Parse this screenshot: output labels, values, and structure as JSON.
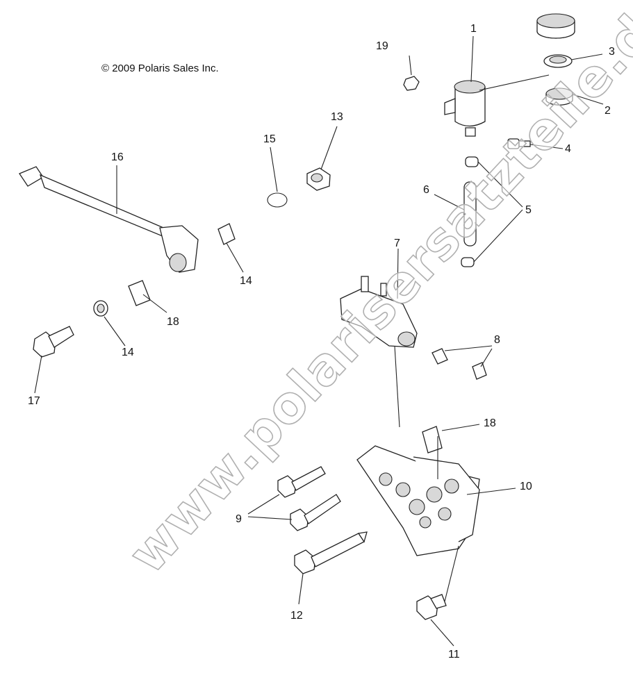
{
  "copyright": "© 2009 Polaris Sales Inc.",
  "watermark": "www.polarisersatzteile.de",
  "callouts": [
    {
      "id": "1",
      "text": "1"
    },
    {
      "id": "2",
      "text": "2"
    },
    {
      "id": "3",
      "text": "3"
    },
    {
      "id": "4",
      "text": "4"
    },
    {
      "id": "5",
      "text": "5"
    },
    {
      "id": "6",
      "text": "6"
    },
    {
      "id": "7",
      "text": "7"
    },
    {
      "id": "8",
      "text": "8"
    },
    {
      "id": "9",
      "text": "9"
    },
    {
      "id": "10",
      "text": "10"
    },
    {
      "id": "11",
      "text": "11"
    },
    {
      "id": "12",
      "text": "12"
    },
    {
      "id": "13",
      "text": "13"
    },
    {
      "id": "14a",
      "text": "14"
    },
    {
      "id": "14b",
      "text": "14"
    },
    {
      "id": "15",
      "text": "15"
    },
    {
      "id": "16",
      "text": "16"
    },
    {
      "id": "17",
      "text": "17"
    },
    {
      "id": "18a",
      "text": "18"
    },
    {
      "id": "18b",
      "text": "18"
    },
    {
      "id": "19",
      "text": "19"
    }
  ]
}
